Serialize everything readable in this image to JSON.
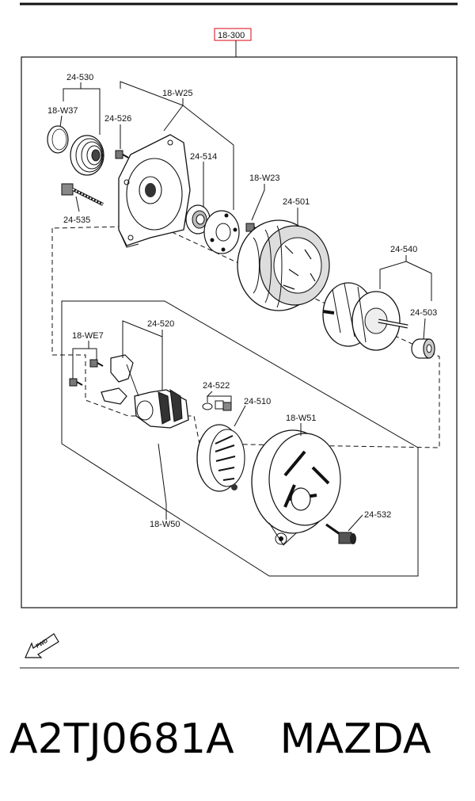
{
  "header_ref": "18-300",
  "labels": {
    "l_24_530": "24-530",
    "l_18_w37": "18-W37",
    "l_24_526": "24-526",
    "l_18_w25": "18-W25",
    "l_24_514": "24-514",
    "l_24_535": "24-535",
    "l_18_w23": "18-W23",
    "l_24_501": "24-501",
    "l_24_540": "24-540",
    "l_24_503": "24-503",
    "l_18_we7": "18-WE7",
    "l_24_520": "24-520",
    "l_24_522": "24-522",
    "l_24_510": "24-510",
    "l_18_w51": "18-W51",
    "l_24_532": "24-532",
    "l_18_w50": "18-W50"
  },
  "fwd_label": "FWD",
  "caption": {
    "part_number": "A2TJ0681A",
    "brand": "MAZDA"
  },
  "colors": {
    "highlight_box": "#e0303a",
    "line": "#111111"
  }
}
